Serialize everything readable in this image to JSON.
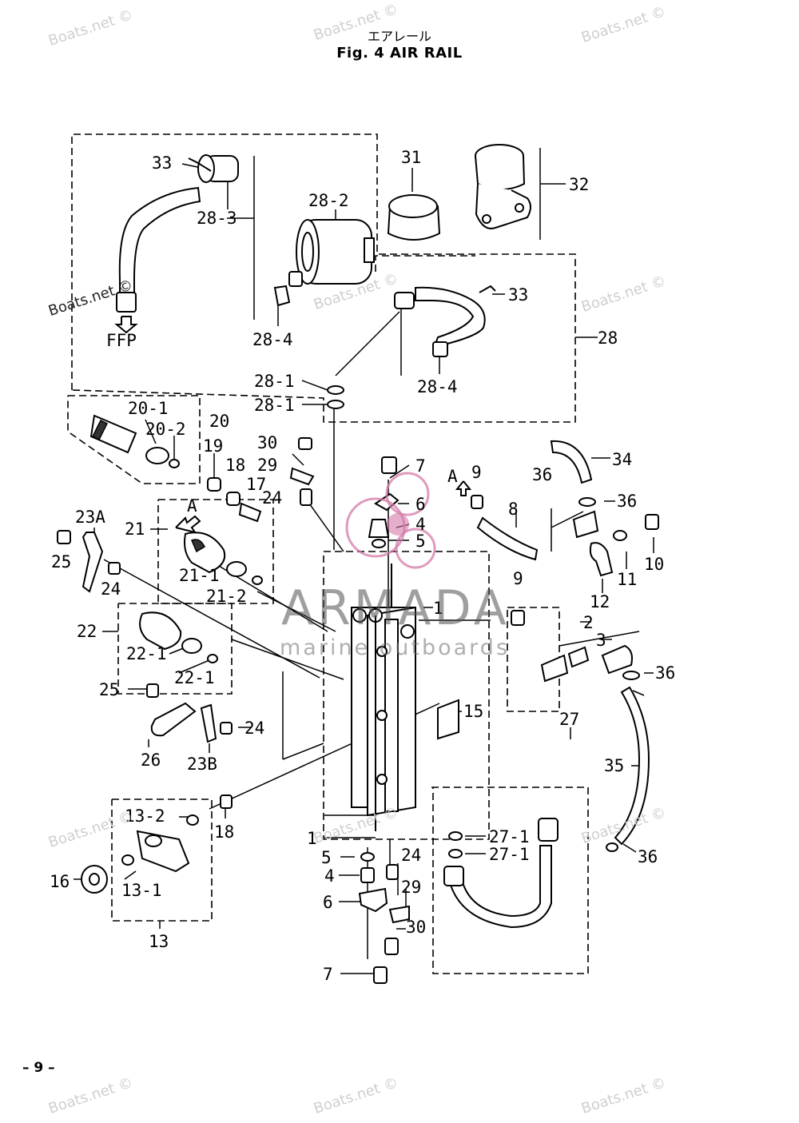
{
  "header": {
    "title_jp": "エアレール",
    "title_en": "Fig. 4    AIR RAIL"
  },
  "page_number": "– 9 –",
  "watermarks": {
    "boats_net": "Boats.net ©",
    "armada": "ARMADA",
    "armada_sub": "marine outboards"
  },
  "ffp_label": "FFP",
  "callouts": [
    "33",
    "28-3",
    "28-2",
    "31",
    "32",
    "33",
    "28",
    "28-4",
    "28-4",
    "28-1",
    "28-1",
    "20-1",
    "20-2",
    "20",
    "19",
    "18",
    "17",
    "30",
    "29",
    "24",
    "7",
    "6",
    "4",
    "5",
    "A",
    "9",
    "8",
    "36",
    "34",
    "36",
    "10",
    "11",
    "12",
    "9",
    "23A",
    "21",
    "A",
    "25",
    "24",
    "21-1",
    "21-2",
    "22",
    "22-1",
    "22-1",
    "25",
    "26",
    "23B",
    "24",
    "1",
    "2",
    "3",
    "36",
    "15",
    "27",
    "35",
    "13-2",
    "18",
    "16",
    "13-1",
    "13",
    "1",
    "5",
    "4",
    "6",
    "24",
    "29",
    "30",
    "7",
    "27-1",
    "27-1",
    "36"
  ]
}
